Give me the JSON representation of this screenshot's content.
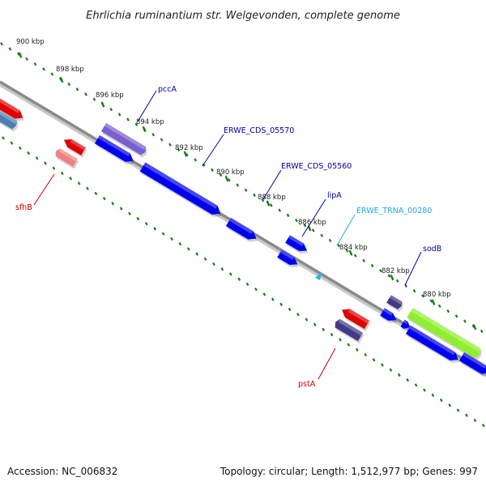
{
  "title": "Ehrlichia ruminantium str. Welgevonden, complete genome",
  "footer": {
    "accession": "Accession: NC_006832",
    "summary": "Topology: circular; Length: 1,512,977 bp; Genes: 997"
  },
  "colors": {
    "backbone": "#8c8c8c",
    "ticks": "#1a7a1a",
    "forward_cds": "#0000ee",
    "reverse_cds": "#e00000",
    "purple_cds": "#403a86",
    "lavender_cds": "#7a5fd0",
    "pink_cds": "#f08080",
    "steel_cds": "#4a7fb4",
    "green_cds": "#90ee30",
    "trna": "#29b6e8",
    "label_blue": "#0000a0",
    "label_red": "#c00000",
    "label_cyan": "#20a8e0"
  },
  "kbp_labels": [
    "900 kbp",
    "898 kbp",
    "896 kbp",
    "894 kbp",
    "892 kbp",
    "890 kbp",
    "888 kbp",
    "886 kbp",
    "884 kbp",
    "882 kbp",
    "880 kbp"
  ],
  "gene_labels": {
    "pccA": "pccA",
    "cds_05570": "ERWE_CDS_05570",
    "cds_05560": "ERWE_CDS_05560",
    "lipA": "lipA",
    "trna_00280": "ERWE_TRNA_00280",
    "sodB": "sodB",
    "sfhB": "sfhB",
    "pstA": "pstA"
  }
}
